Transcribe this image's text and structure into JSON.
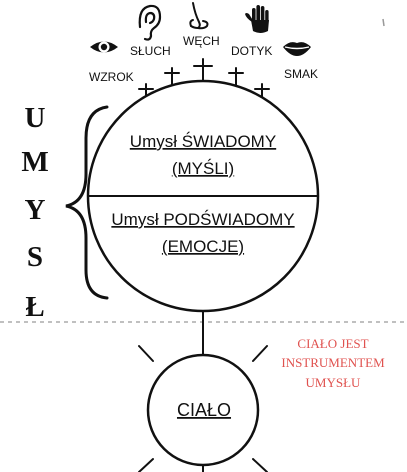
{
  "senses": {
    "sight": {
      "label": "WZROK",
      "icon": "eye-icon"
    },
    "hearing": {
      "label": "SŁUCH",
      "icon": "ear-icon"
    },
    "smell": {
      "label": "WĘCH",
      "icon": "nose-icon"
    },
    "touch": {
      "label": "DOTYK",
      "icon": "hand-icon"
    },
    "taste": {
      "label": "SMAK",
      "icon": "lips-icon"
    }
  },
  "mind": {
    "vertical_label": [
      "U",
      "M",
      "Y",
      "S",
      "Ł"
    ],
    "conscious": {
      "line1": "Umysł ŚWIADOMY",
      "line2": "(MYŚLI)"
    },
    "subconscious": {
      "line1": "Umysł PODŚWIADOMY",
      "line2": "(EMOCJE)"
    }
  },
  "body": {
    "label": "CIAŁO",
    "note": [
      "CIAŁO JEST",
      "INSTRUMENTEM",
      "UMYSŁU"
    ]
  },
  "colors": {
    "ink": "#111111",
    "note_red": "#e0524f",
    "divider_gray": "#9a9a9a"
  }
}
